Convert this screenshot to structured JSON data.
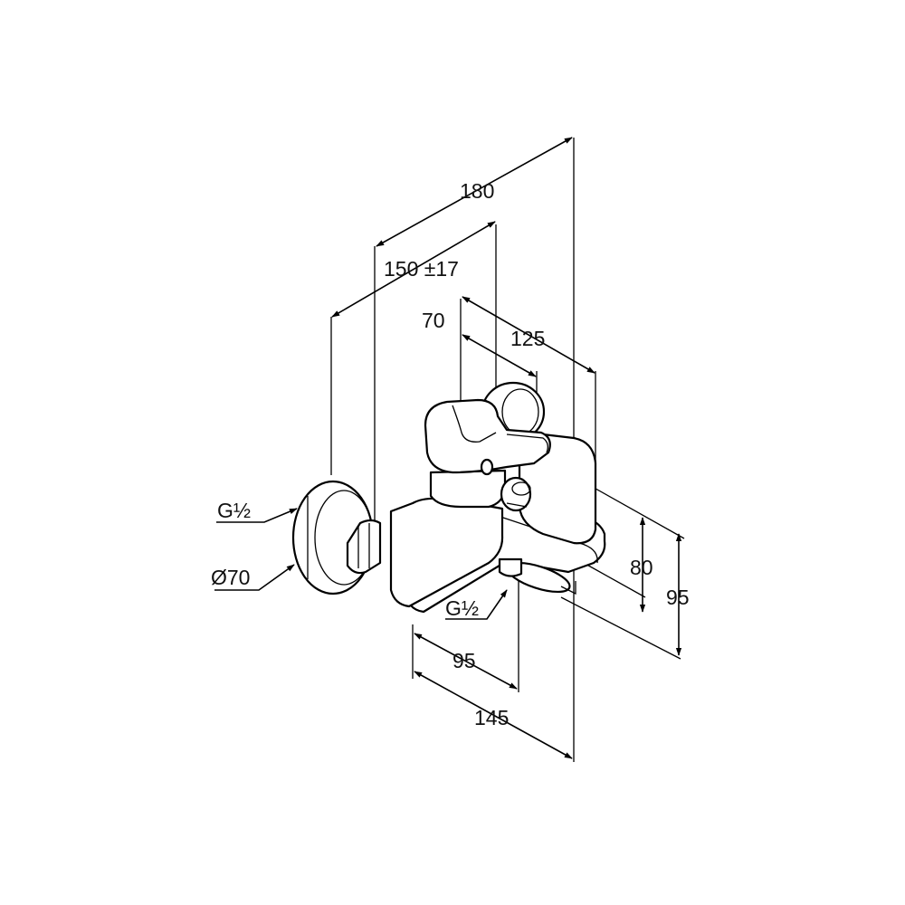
{
  "dimensions": {
    "d180": "180",
    "d150": "150 ±17",
    "d70": "70",
    "d125": "125",
    "g_inlet": "G½",
    "d_rosette": "Ø70",
    "g_outlet": "G½",
    "d80": "80",
    "d95_right": "95",
    "d95_bottom": "95",
    "d145": "145"
  },
  "colors": {
    "line": "#000000",
    "background": "#ffffff"
  }
}
